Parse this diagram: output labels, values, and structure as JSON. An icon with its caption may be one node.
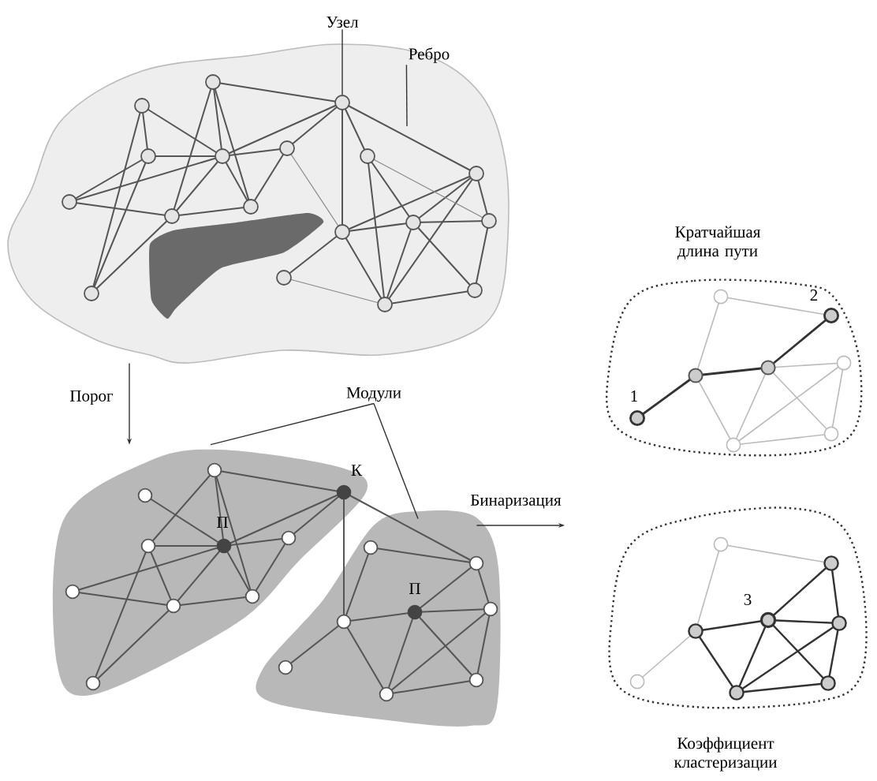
{
  "diagram": {
    "nodes": [
      {
        "text": [],
        "shape": "picture"
      },
      {
        "text": [
          "Узел"
        ]
      },
      {
        "text": [],
        "shape": "circle",
        "in": 0
      },
      {
        "text": [
          "Ребро"
        ]
      },
      {
        "text": [
          "П",
          "К"
        ]
      },
      {
        "text": [
          "П"
        ]
      },
      {
        "text": [
          "Модули"
        ]
      },
      {
        "text": [
          "Кратчайшая длина пути",
          "1",
          "2"
        ]
      },
      {
        "text": [
          "3",
          "Коэффициент кластеризации"
        ]
      }
    ],
    "edges": [
      {
        "from": 1,
        "to": 2,
        "arrow": "none"
      },
      {
        "from": 3,
        "to": null,
        "arrow": "none"
      },
      {
        "from": 6,
        "to": 4,
        "arrow": "none"
      },
      {
        "from": 6,
        "to": 5,
        "arrow": "none"
      },
      {
        "from": 0,
        "to": 4,
        "arrow": "to",
        "label": "Порог"
      },
      {
        "from": 5,
        "to": null,
        "arrow": "to",
        "label": "Бинаризация"
      }
    ]
  }
}
